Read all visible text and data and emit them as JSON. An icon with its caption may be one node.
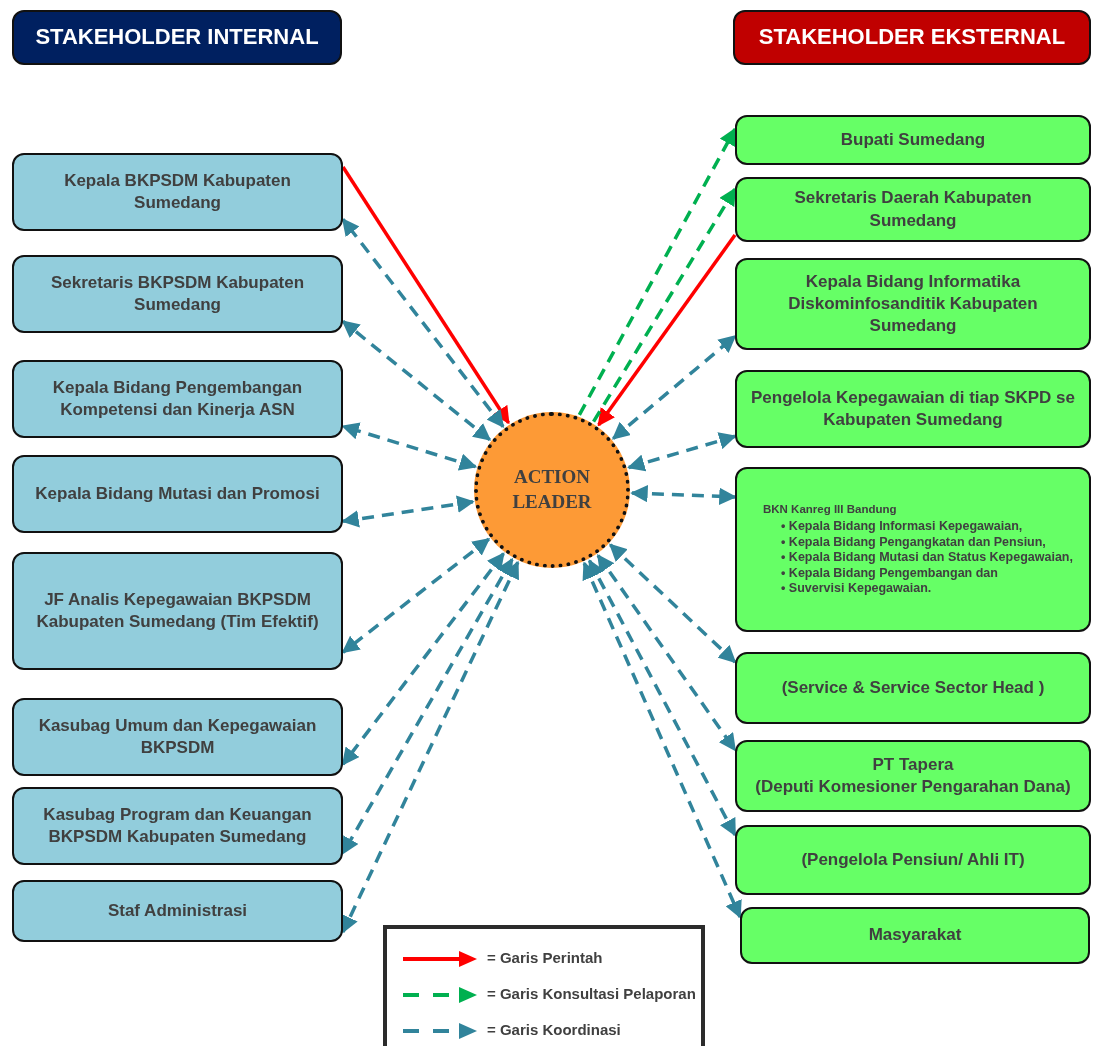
{
  "diagram": {
    "nodes": [
      {
        "text": [
          "STAKEHOLDER INTERNAL"
        ]
      },
      {
        "text": [
          "STAKEHOLDER EKSTERNAL"
        ]
      },
      {
        "text": [
          "Kepala BKPSDM Kabupaten Sumedang"
        ]
      },
      {
        "text": [
          "Sekretaris BKPSDM Kabupaten Sumedang"
        ]
      },
      {
        "text": [
          "Kepala Bidang Pengembangan Kompetensi dan Kinerja ASN"
        ]
      },
      {
        "text": [
          "Kepala Bidang Mutasi dan Promosi"
        ]
      },
      {
        "text": [
          "JF Analis Kepegawaian BKPSDM Kabupaten Sumedang (Tim Efektif)"
        ]
      },
      {
        "text": [
          "Kasubag Umum dan Kepegawaian BKPSDM"
        ]
      },
      {
        "text": [
          "Kasubag Program dan Keuangan BKPSDM Kabupaten Sumedang"
        ]
      },
      {
        "text": [
          "Staf Administrasi"
        ]
      },
      {
        "text": [
          "ACTION LEADER"
        ]
      },
      {
        "text": [
          "Bupati Sumedang"
        ]
      },
      {
        "text": [
          "Sekretaris Daerah Kabupaten Sumedang"
        ]
      },
      {
        "text": [
          "Kepala Bidang Informatika Diskominfosanditik Kabupaten Sumedang"
        ]
      },
      {
        "text": [
          "Pengelola Kepegawaian di tiap SKPD  se Kabupaten Sumedang"
        ]
      },
      {
        "text": [
          "BKN Kanreg III Bandung",
          "• Kepala Bidang Informasi Kepegawaian,",
          "• Kepala Bidang Pengangkatan dan Pensiun,",
          "• Kepala Bidang Mutasi dan Status Kepegawaian,",
          "• Kepala Bidang Pengembangan dan",
          "• Suvervisi Kepegawaian."
        ]
      },
      {
        "text": [
          "(Service & Service Sector Head )"
        ]
      },
      {
        "text": [
          "PT Tapera",
          "(Deputi Komesioner Pengarahan Dana)"
        ]
      },
      {
        "text": [
          "(Pengelola Pensiun/ Ahli IT)"
        ]
      },
      {
        "text": [
          "Masyarakat"
        ]
      }
    ],
    "edges": [
      {
        "from": 2,
        "to": 10,
        "arrow": "to",
        "color": "#ff0000"
      },
      {
        "from": 12,
        "to": 10,
        "arrow": "to",
        "color": "#ff0000"
      },
      {
        "from": 10,
        "to": 11,
        "arrow": "to",
        "style": "dashed",
        "color": "#00b050"
      },
      {
        "from": 10,
        "to": 12,
        "arrow": "to",
        "style": "dashed",
        "color": "#00b050"
      },
      {
        "from": 10,
        "to": 2,
        "arrow": "both",
        "style": "dashed"
      },
      {
        "from": 10,
        "to": 3,
        "arrow": "both",
        "style": "dashed"
      },
      {
        "from": 10,
        "to": 4,
        "arrow": "both",
        "style": "dashed"
      },
      {
        "from": 10,
        "to": 5,
        "arrow": "both",
        "style": "dashed"
      },
      {
        "from": 10,
        "to": 6,
        "arrow": "both",
        "style": "dashed"
      },
      {
        "from": 10,
        "to": 7,
        "arrow": "both",
        "style": "dashed"
      },
      {
        "from": 10,
        "to": 8,
        "arrow": "both",
        "style": "dashed"
      },
      {
        "from": 10,
        "to": 9,
        "arrow": "both",
        "style": "dashed"
      },
      {
        "from": 10,
        "to": 13,
        "arrow": "both",
        "style": "dashed"
      },
      {
        "from": 10,
        "to": 14,
        "arrow": "both",
        "style": "dashed"
      },
      {
        "from": 10,
        "to": 15,
        "arrow": "both",
        "style": "dashed"
      },
      {
        "from": 10,
        "to": 16,
        "arrow": "both",
        "style": "dashed"
      },
      {
        "from": 10,
        "to": 17,
        "arrow": "both",
        "style": "dashed"
      },
      {
        "from": 10,
        "to": 18,
        "arrow": "both",
        "style": "dashed"
      },
      {
        "from": 10,
        "to": 19,
        "arrow": "both",
        "style": "dashed"
      }
    ],
    "legend": [
      {
        "text": "= Garis Perintah"
      },
      {
        "text": "= Garis Konsultasi Pelaporan"
      },
      {
        "text": "= Garis Koordinasi"
      }
    ]
  }
}
